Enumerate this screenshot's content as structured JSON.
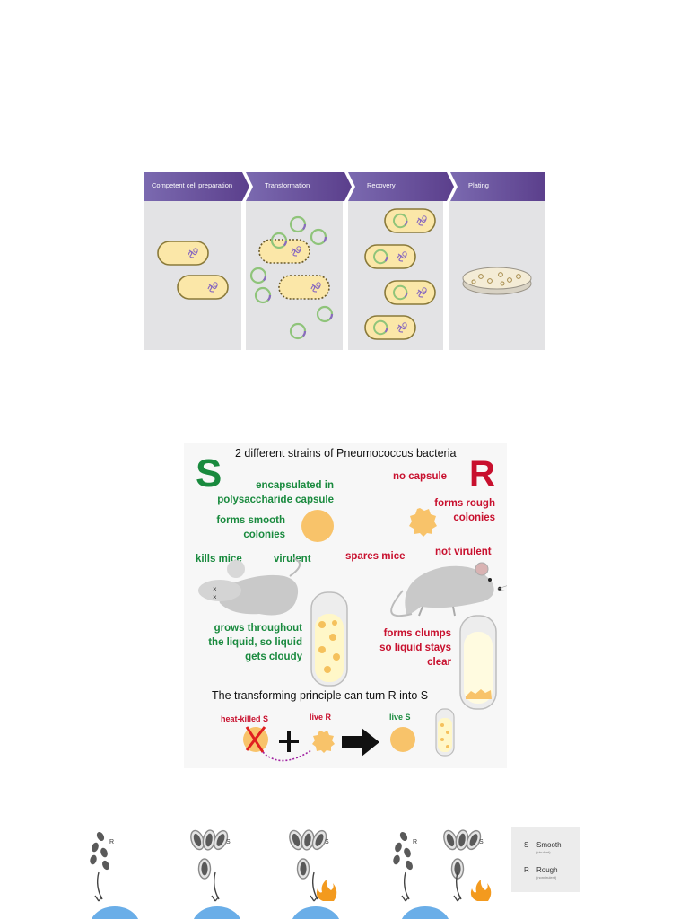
{
  "figure1": {
    "stages": [
      {
        "label": "Competent cell preparation"
      },
      {
        "label": "Transformation"
      },
      {
        "label": "Recovery"
      },
      {
        "label": "Plating"
      }
    ],
    "colors": {
      "arrow_light": "#7b6ab0",
      "arrow_dark": "#5b3f8c",
      "panel": "#e3e3e5",
      "cell_fill": "#fbe7a8",
      "cell_stroke": "#8a7a3a",
      "plasmid_green": "#8fc47a",
      "plasmid_purple": "#8a6bbf"
    }
  },
  "figure2": {
    "title": "2 different strains of Pneumococcus bacteria",
    "s_letter": "S",
    "r_letter": "R",
    "s_capsule": [
      "encapsulated in",
      "polysaccharide capsule"
    ],
    "s_colonies": [
      "forms smooth",
      "colonies"
    ],
    "r_capsule": "no capsule",
    "r_colonies": [
      "forms rough",
      "colonies"
    ],
    "kills_mice": "kills mice",
    "virulent": "virulent",
    "spares_mice": "spares mice",
    "not_virulent": "not virulent",
    "s_growth": [
      "grows throughout",
      "the liquid, so liquid",
      "gets cloudy"
    ],
    "r_growth": [
      "forms clumps",
      "so liquid stays",
      "clear"
    ],
    "principle": "The transforming principle can turn R into S",
    "heat_killed_s": "heat-killed S",
    "live_r": "live R",
    "live_s": "live S",
    "colors": {
      "green": "#198a3e",
      "red": "#c8102e",
      "colony": "#f8c36a",
      "mouse": "#c9c9c9"
    }
  },
  "figure3": {
    "groups": [
      {
        "strains": [
          "R"
        ],
        "heat": [
          false
        ]
      },
      {
        "strains": [
          "S"
        ],
        "heat": [
          false
        ]
      },
      {
        "strains": [
          "S"
        ],
        "heat": [
          true
        ]
      },
      {
        "strains": [
          "R",
          "S"
        ],
        "heat": [
          false,
          true
        ]
      }
    ],
    "legend": [
      {
        "key": "S",
        "name": "Smooth",
        "note": "(virulent)"
      },
      {
        "key": "R",
        "name": "Rough",
        "note": "(nonvirulent)"
      }
    ],
    "colors": {
      "cell": "#8a8a8a",
      "cell_dark": "#5a5a5a",
      "flame": "#f39a1e",
      "mouse_blue": "#6aaee8"
    }
  }
}
